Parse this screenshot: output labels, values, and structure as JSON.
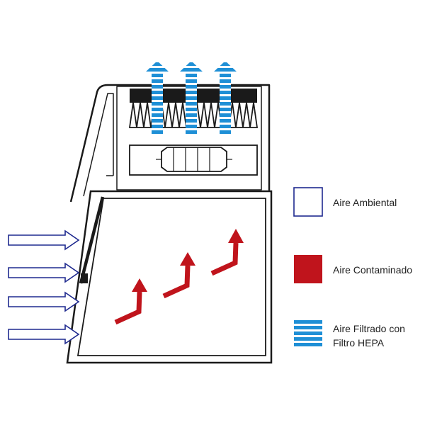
{
  "colors": {
    "outline": "#1a1a1a",
    "ambient_arrow": "#1f2a8f",
    "contaminated": "#c0141c",
    "filtered": "#1e8fd6"
  },
  "icons": {
    "ambient_air": "hollow-arrow-icon",
    "contaminated_air": "red-bent-arrow-icon",
    "filtered_air": "striped-blue-arrow-icon"
  },
  "legend": {
    "ambient": {
      "label": "Aire Ambiental"
    },
    "contaminated": {
      "label": "Aire Contaminado"
    },
    "filtered": {
      "line1": "Aire Filtrado con",
      "line2": "Filtro HEPA"
    }
  }
}
